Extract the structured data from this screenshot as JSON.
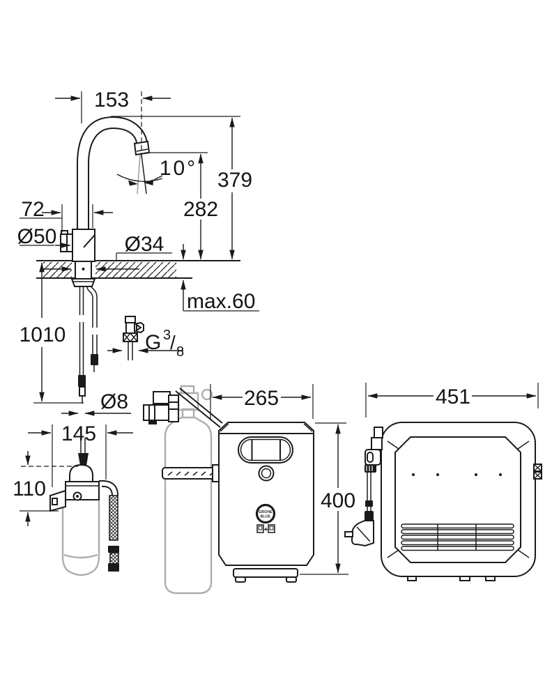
{
  "drawing": {
    "type": "technical-dimension-drawing",
    "background": "#ffffff",
    "ink_color": "#1a1a1a",
    "ghost_color": "#adadad",
    "views": [
      "faucet-front",
      "filter-head-front",
      "cooler-front",
      "cooler-side"
    ],
    "dims": {
      "spout_reach": "153",
      "stream_angle": "10°",
      "height_to_spout_top": "379",
      "height_to_outlet": "282",
      "handle_projection": "72",
      "base_diameter": "Ø50",
      "mounting_hole_diameter": "Ø34",
      "max_counter_thickness": "max.60",
      "hose_length": "1010",
      "thread_prefix": "G",
      "thread_numerator": "3",
      "thread_slash": "/",
      "thread_denominator": "8",
      "hose_diameter": "Ø8",
      "filter_width": "145",
      "filter_bracket_height": "110",
      "cooler_width": "265",
      "cooler_height": "400",
      "cooler_depth": "451"
    },
    "logo": {
      "brand": "GROHE",
      "product": "BLUE",
      "plus": "+"
    }
  }
}
